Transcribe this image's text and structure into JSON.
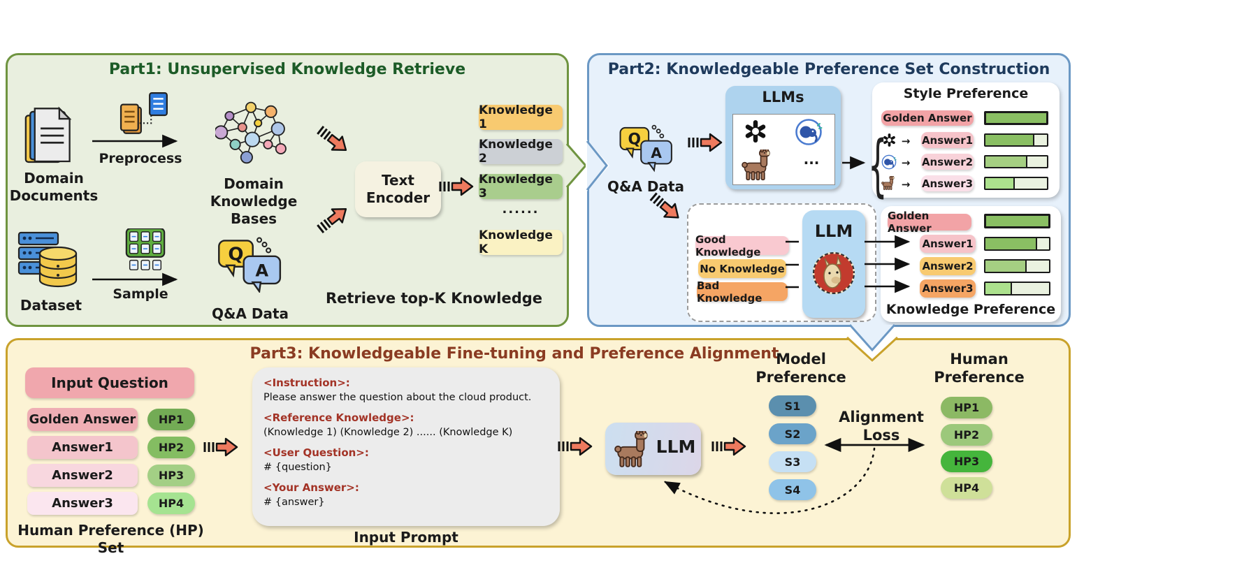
{
  "icons": {
    "q": "Q",
    "a": "A",
    "ellipsis": "...",
    "style_arrow": "→",
    "brace": "{"
  },
  "part1": {
    "title": "Part1: Unsupervised Knowledge Retrieve",
    "colors": {
      "bg": "#e9efdf",
      "border": "#6f9440",
      "title": "#1c5b27"
    },
    "labels": {
      "domain_documents": "Domain Documents",
      "preprocess": "Preprocess",
      "domain_knowledge_bases": "Domain Knowledge Bases",
      "dataset": "Dataset",
      "sample": "Sample",
      "qa_data": "Q&A Data",
      "text_encoder": "Text Encoder",
      "retrieve": "Retrieve top-K Knowledge"
    },
    "knowledge_items": [
      {
        "label": "Knowledge 1",
        "color": "#f8ca70"
      },
      {
        "label": "Knowledge 2",
        "color": "#ccd0d5"
      },
      {
        "label": "Knowledge 3",
        "color": "#a9cd8d"
      },
      {
        "label": "......",
        "color": "transparent"
      },
      {
        "label": "Knowledge K",
        "color": "#faf2c3"
      }
    ]
  },
  "part2": {
    "title": "Part2: Knowledgeable Preference Set Construction",
    "colors": {
      "bg": "#e7f1fb",
      "border": "#6b98c4",
      "title": "#1e3a5c"
    },
    "qa_label": "Q&A Data",
    "llms": {
      "title": "LLMs"
    },
    "style_preference": {
      "title": "Style Preference",
      "rows": [
        {
          "label": "Golden Answer",
          "color": "#f2a3a6",
          "fill": 100,
          "bar_color": "#8abf63"
        },
        {
          "label": "Answer1",
          "color": "#f6c3c9",
          "fill": 80,
          "bar_color": "#8abf63",
          "icon": "openai"
        },
        {
          "label": "Answer2",
          "color": "#f8d2d9",
          "fill": 68,
          "bar_color": "#a5cf82",
          "icon": "elephant"
        },
        {
          "label": "Answer3",
          "color": "#fadfe8",
          "fill": 48,
          "bar_color": "#ace18d",
          "icon": "llama"
        }
      ]
    },
    "knowledge_conditioning": {
      "inputs": [
        {
          "label": "Good Knowledge",
          "color": "#f9c9d0"
        },
        {
          "label": "No Knowledge",
          "color": "#f8ca70"
        },
        {
          "label": "Bad Knowledge",
          "color": "#f5a564"
        }
      ],
      "llm_label": "LLM"
    },
    "knowledge_preference": {
      "title": "Knowledge Preference",
      "rows": [
        {
          "label": "Golden Answer",
          "color": "#f2a3a6",
          "fill": 100,
          "bar_color": "#8abf63"
        },
        {
          "label": "Answer1",
          "color": "#f6c3c9",
          "fill": 81,
          "bar_color": "#8abf63"
        },
        {
          "label": "Answer2",
          "color": "#f8ca70",
          "fill": 65,
          "bar_color": "#a5cf82"
        },
        {
          "label": "Answer3",
          "color": "#f5a564",
          "fill": 42,
          "bar_color": "#ace18d"
        }
      ]
    }
  },
  "part3": {
    "title": "Part3: Knowledgeable Fine-tuning and  Preference Alignment",
    "colors": {
      "bg": "#fcf3d4",
      "border": "#c9a22b",
      "title": "#8a3b22"
    },
    "hp_set": {
      "input_question": {
        "label": "Input Question",
        "color": "#f0a7ad"
      },
      "rows": [
        {
          "answer": "Golden Answer",
          "answer_color": "#efaeb4",
          "hp": "HP1",
          "hp_color": "#73ab55"
        },
        {
          "answer": "Answer1",
          "answer_color": "#f4c5cc",
          "hp": "HP2",
          "hp_color": "#84bd62"
        },
        {
          "answer": "Answer2",
          "answer_color": "#f8d7df",
          "hp": "HP3",
          "hp_color": "#a3cf85"
        },
        {
          "answer": "Answer3",
          "answer_color": "#fbe6ef",
          "hp": "HP4",
          "hp_color": "#a5e391"
        }
      ],
      "caption": "Human Preference (HP) Set"
    },
    "prompt": {
      "sections": [
        {
          "tag": "<Instruction>:",
          "text": "Please answer the question about the cloud product."
        },
        {
          "tag": "<Reference Knowledge>:",
          "text": "(Knowledge 1) (Knowledge 2) ...... (Knowledge K)"
        },
        {
          "tag": "<User Question>:",
          "text": "# {question}"
        },
        {
          "tag": "<Your Answer>:",
          "text": "# {answer}"
        }
      ],
      "caption": "Input Prompt"
    },
    "llm_label": "LLM",
    "model_preference": {
      "title": "Model Preference",
      "pills": [
        {
          "label": "S1",
          "color": "#5b8fae"
        },
        {
          "label": "S2",
          "color": "#6ba3c9"
        },
        {
          "label": "S3",
          "color": "#c6e0f4"
        },
        {
          "label": "S4",
          "color": "#8fc3e8"
        }
      ]
    },
    "alignment_loss": "Alignment Loss",
    "human_preference": {
      "title": "Human Preference",
      "pills": [
        {
          "label": "HP1",
          "color": "#8cb964"
        },
        {
          "label": "HP2",
          "color": "#9cc87b"
        },
        {
          "label": "HP3",
          "color": "#45b53c"
        },
        {
          "label": "HP4",
          "color": "#cfe099"
        }
      ]
    }
  }
}
